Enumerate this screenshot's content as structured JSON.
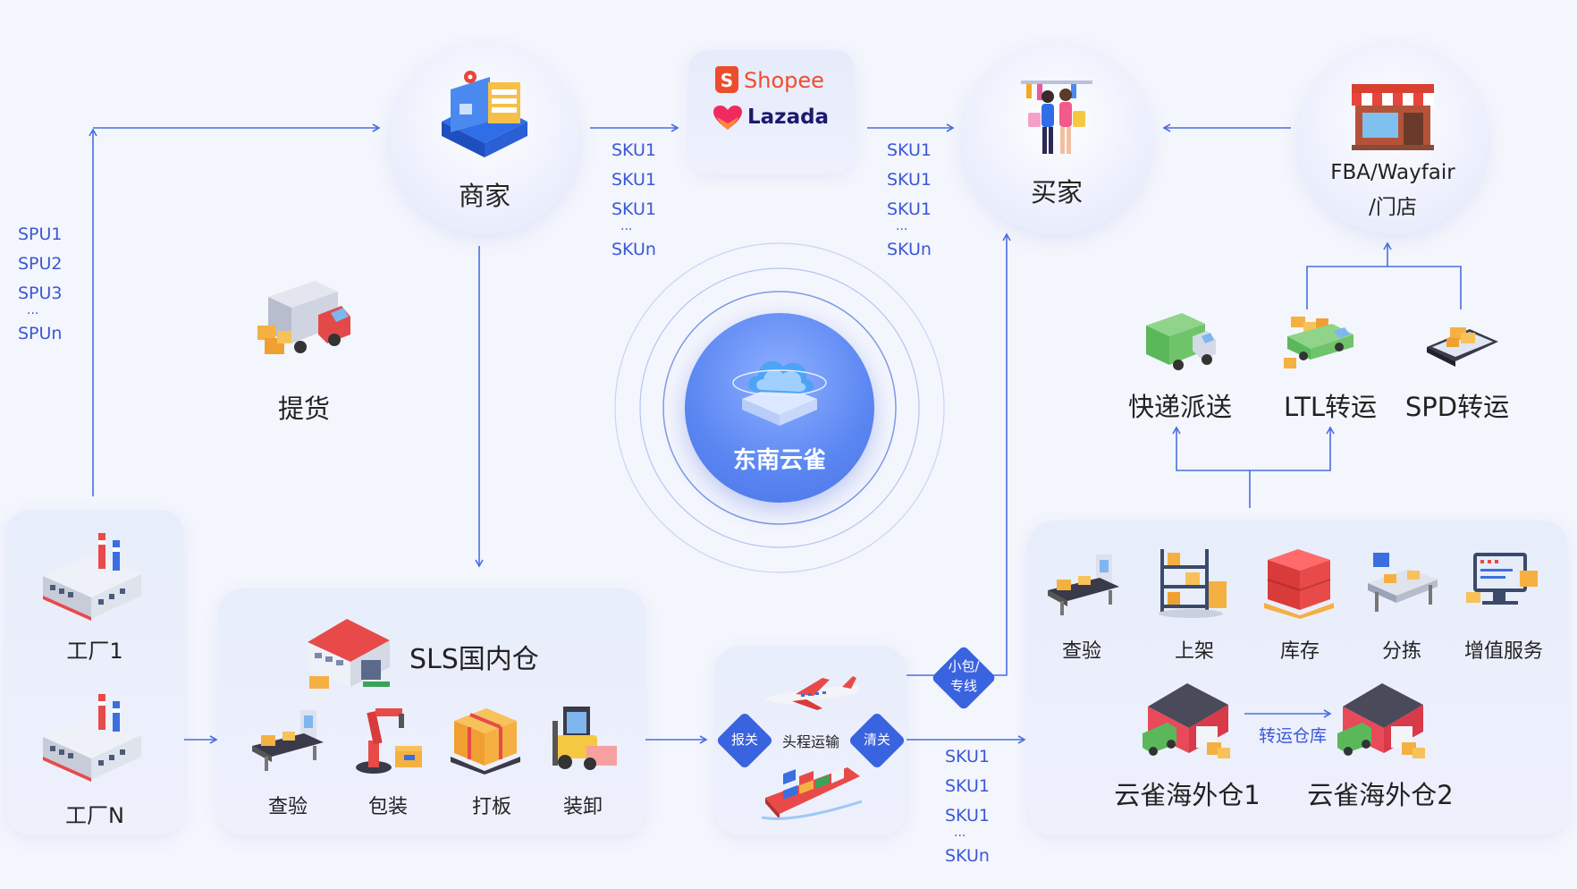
{
  "nodes": {
    "merchant": "商家",
    "buyer": "买家",
    "fba_line1": "FBA/Wayfair",
    "fba_line2": "/门店",
    "pickup": "提货",
    "center": "东南云雀",
    "factory1": "工厂1",
    "factoryN": "工厂N",
    "sls_title": "SLS国内仓",
    "express": "快递派送",
    "ltl": "LTL转运",
    "spd": "SPD转运",
    "overseas1": "云雀海外仓1",
    "overseas2": "云雀海外仓2",
    "transfer": "转运仓库",
    "transport": "头程运输"
  },
  "platforms": {
    "shopee": "Shopee",
    "lazada": "Lazada"
  },
  "sls_steps": [
    "查验",
    "包装",
    "打板",
    "装卸"
  ],
  "overseas_steps": [
    "查验",
    "上架",
    "库存",
    "分拣",
    "增值服务"
  ],
  "badges": {
    "customs_export": "报关",
    "customs_import": "清关",
    "small_line1": "小包/",
    "small_line2": "专线"
  },
  "spu_list": [
    "SPU1",
    "SPU2",
    "SPU3",
    "···",
    "SPUn"
  ],
  "sku_list": [
    "SKU1",
    "SKU1",
    "SKU1",
    "···",
    "SKUn"
  ],
  "colors": {
    "accent": "#3a63e0",
    "line": "#4a6ee0",
    "panel": "#e8edfb",
    "shopee": "#ee4d2d",
    "lazada": "#1a1a6e"
  }
}
